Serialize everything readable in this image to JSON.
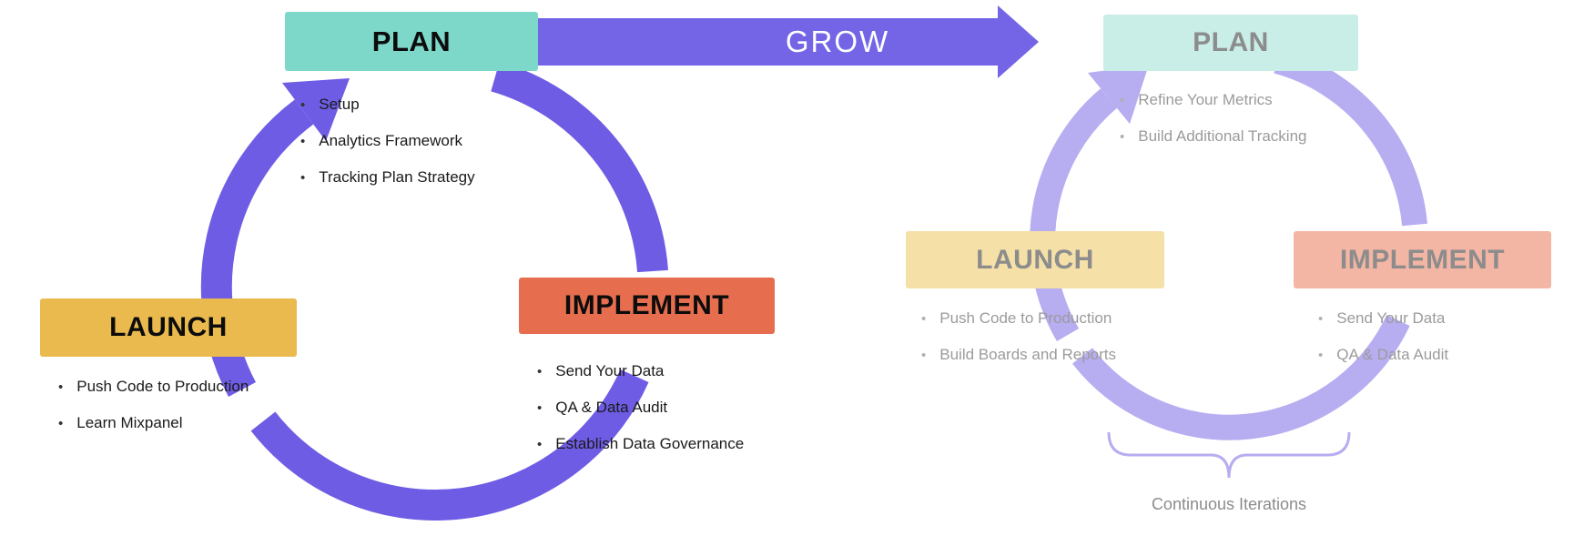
{
  "palette": {
    "purple": "#6e5ce4",
    "purple_light": "#b7adf1",
    "grow_arrow": "#7365e6",
    "teal": "#7ed8c9",
    "teal_light": "#c9ede7",
    "orange": "#e66e4e",
    "orange_light": "#f3b5a4",
    "gold": "#eaba4e",
    "gold_light": "#f5e0a7",
    "faded_text": "#8c8c8c"
  },
  "grow_label": "GROW",
  "left_cycle": {
    "plan": {
      "title": "PLAN",
      "items": [
        "Setup",
        "Analytics Framework",
        "Tracking Plan Strategy"
      ]
    },
    "implement": {
      "title": "IMPLEMENT",
      "items": [
        "Send Your Data",
        "QA & Data Audit",
        "Establish Data Governance"
      ]
    },
    "launch": {
      "title": "LAUNCH",
      "items": [
        "Push Code to Production",
        "Learn Mixpanel"
      ]
    }
  },
  "right_cycle": {
    "plan": {
      "title": "PLAN",
      "items": [
        "Refine Your Metrics",
        "Build Additional Tracking"
      ]
    },
    "implement": {
      "title": "IMPLEMENT",
      "items": [
        "Send Your Data",
        "QA & Data Audit"
      ]
    },
    "launch": {
      "title": "LAUNCH",
      "items": [
        "Push Code to Production",
        "Build Boards and Reports"
      ]
    }
  },
  "caption": "Continuous Iterations"
}
